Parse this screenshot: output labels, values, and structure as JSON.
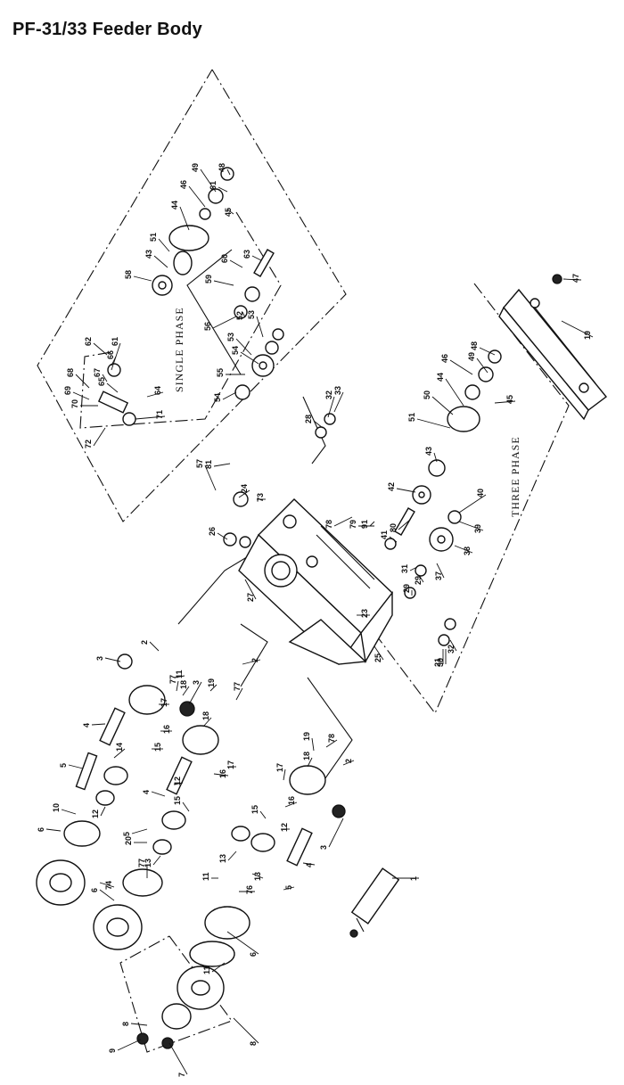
{
  "title": "PF-31/33 Feeder Body",
  "groups": {
    "single_phase": "SINGLE PHASE",
    "three_phase": "THREE PHASE"
  },
  "callouts": [
    "1",
    "2",
    "2",
    "2",
    "3",
    "3",
    "3",
    "4",
    "4",
    "4",
    "5",
    "5",
    "5",
    "6",
    "6",
    "6",
    "7",
    "8",
    "8",
    "9",
    "10",
    "11",
    "11",
    "11",
    "12",
    "12",
    "12",
    "13",
    "13",
    "13",
    "14",
    "15",
    "15",
    "15",
    "16",
    "16",
    "16",
    "17",
    "17",
    "17",
    "18",
    "18",
    "18",
    "19",
    "19",
    "19",
    "20",
    "21",
    "23",
    "24",
    "25",
    "26",
    "27",
    "28",
    "29",
    "29",
    "30",
    "31",
    "32",
    "32",
    "33",
    "37",
    "38",
    "39",
    "40",
    "41",
    "42",
    "43",
    "43",
    "44",
    "44",
    "45",
    "45",
    "46",
    "46",
    "47",
    "48",
    "48",
    "49",
    "49",
    "50",
    "51",
    "51",
    "52",
    "53",
    "53",
    "54",
    "54",
    "55",
    "56",
    "57",
    "58",
    "59",
    "60",
    "61",
    "61",
    "62",
    "63",
    "64",
    "65",
    "66",
    "67",
    "68",
    "69",
    "70",
    "71",
    "72",
    "73",
    "74",
    "76",
    "77",
    "77",
    "77",
    "78",
    "78",
    "79",
    "80",
    "81",
    "91"
  ]
}
